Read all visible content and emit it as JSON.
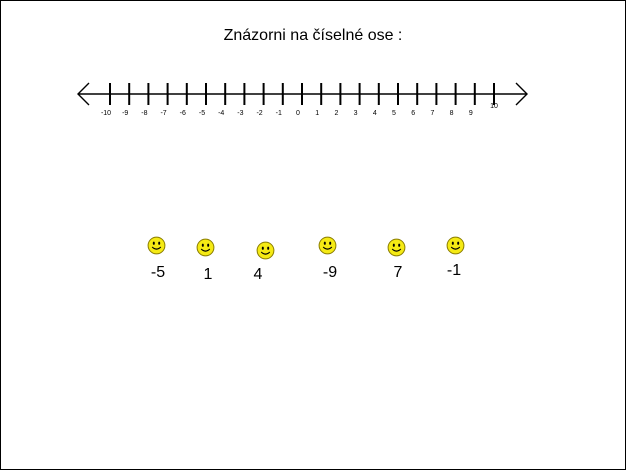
{
  "title": "Znázorni na číselné ose :",
  "number_line": {
    "min": -10,
    "max": 10,
    "step": 1,
    "tick_labels": [
      "-10",
      "-9",
      "-8",
      "-7",
      "-6",
      "-5",
      "-4",
      "-3",
      "-2",
      "-1",
      "0",
      "1",
      "2",
      "3",
      "4",
      "5",
      "6",
      "7",
      "8",
      "9",
      "10"
    ]
  },
  "items": [
    {
      "icon": "smiley-face-icon",
      "label": "-5"
    },
    {
      "icon": "smiley-face-icon",
      "label": "1"
    },
    {
      "icon": "smiley-face-icon",
      "label": "4"
    },
    {
      "icon": "smiley-face-icon",
      "label": "-9"
    },
    {
      "icon": "smiley-face-icon",
      "label": "7"
    },
    {
      "icon": "smiley-face-icon",
      "label": "-1"
    }
  ],
  "colors": {
    "smiley_fill": "#f5ea14",
    "smiley_stroke": "#8a7d00",
    "line": "#000000"
  }
}
